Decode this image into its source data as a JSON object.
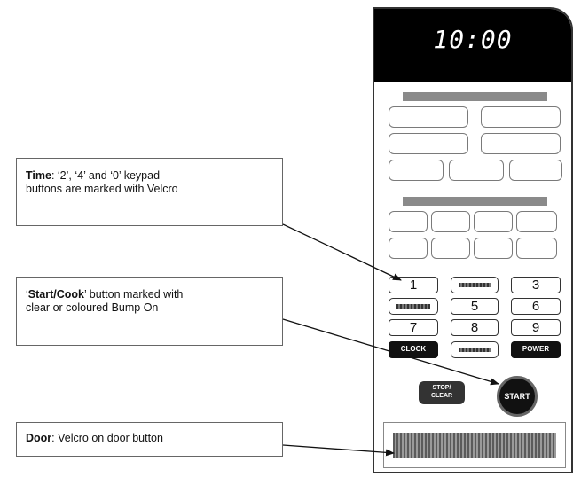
{
  "callouts": {
    "time": {
      "bold": "Time",
      "rest": ": ‘2’, ‘4’ and ‘0’ keypad",
      "line2": "buttons are marked with Velcro"
    },
    "start": {
      "open_quote": "‘",
      "bold": "Start/Cook",
      "rest": "’ button marked with",
      "line2": "clear or coloured Bump On"
    },
    "door": {
      "bold": "Door",
      "rest": ": Velcro on door button"
    }
  },
  "panel": {
    "display_time": "10:00",
    "keys": {
      "k1": "1",
      "k3": "3",
      "k5": "5",
      "k6": "6",
      "k7": "7",
      "k8": "8",
      "k9": "9",
      "clock": "CLOCK",
      "power": "POWER",
      "stop_line1": "STOP/",
      "stop_line2": "CLEAR",
      "start": "START"
    }
  },
  "colors": {
    "display_bg": "#000000",
    "dark_key": "#111111",
    "gray_bar": "#8a8a8a"
  }
}
